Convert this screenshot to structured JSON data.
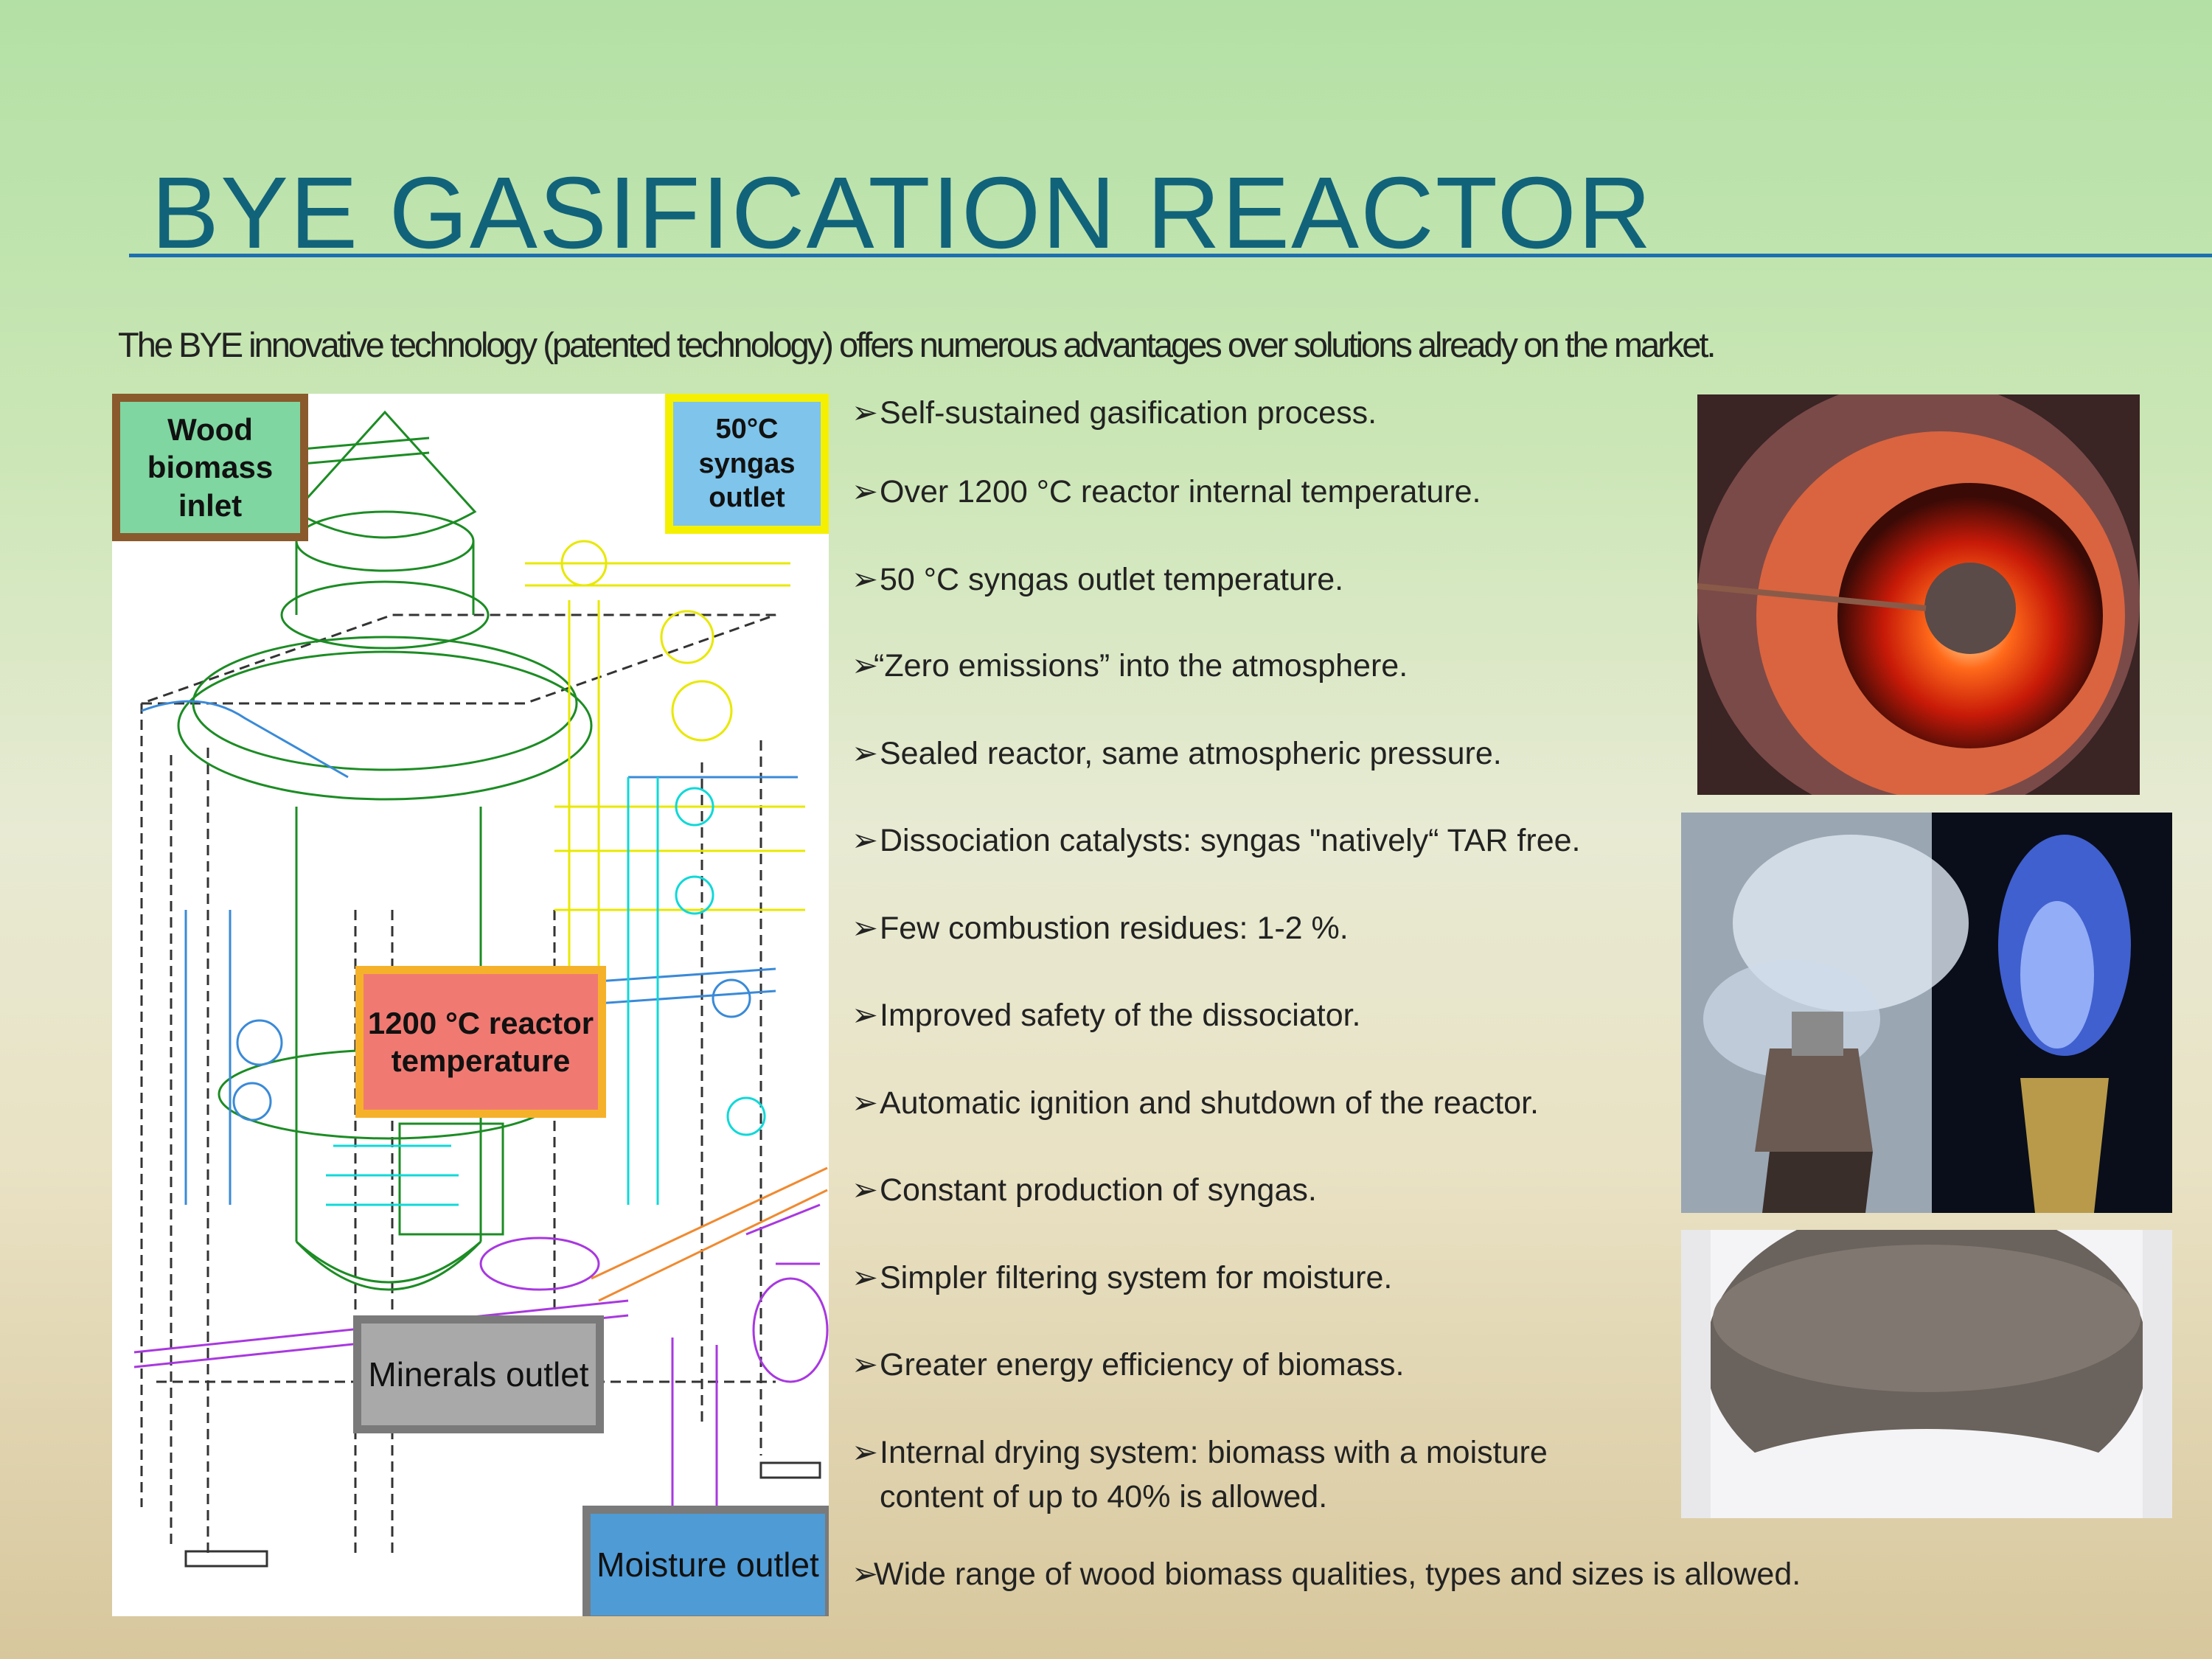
{
  "title": "BYE GASIFICATION REACTOR",
  "subtitle": "The BYE innovative technology (patented technology) offers numerous advantages over solutions already on the market.",
  "diagram_labels": {
    "wood_inlet": "Wood biomass inlet",
    "syngas_outlet": "50°C syngas outlet",
    "reactor_temp": "1200 °C reactor temperature",
    "minerals_outlet": "Minerals outlet",
    "moisture_outlet": "Moisture outlet"
  },
  "bullet_mark": "➢",
  "bullets": [
    "Self-sustained gasification process.",
    "Over 1200 °C reactor internal temperature.",
    "50 °C syngas outlet temperature.",
    "“Zero emissions” into the atmosphere.",
    "Sealed reactor, same atmospheric pressure.",
    "Dissociation catalysts: syngas \"natively“ TAR free.",
    "Few combustion residues: 1-2 %.",
    "Improved safety of the dissociator.",
    "Automatic ignition and shutdown of the reactor.",
    "Constant production of syngas.",
    "Simpler filtering system for moisture.",
    "Greater energy efficiency of biomass.",
    "Internal drying system: biomass with a moisture",
    "content of up to 40% is allowed.",
    "Wide range of wood biomass qualities, types and sizes is allowed."
  ],
  "colors": {
    "title": "#11637a",
    "wood_box": "#7fd6a0",
    "syngas_box": "#7fc4ea",
    "reactor_box": "#f07a72",
    "minerals_box": "#a9a9a9",
    "moisture_box": "#4f9bd6"
  }
}
